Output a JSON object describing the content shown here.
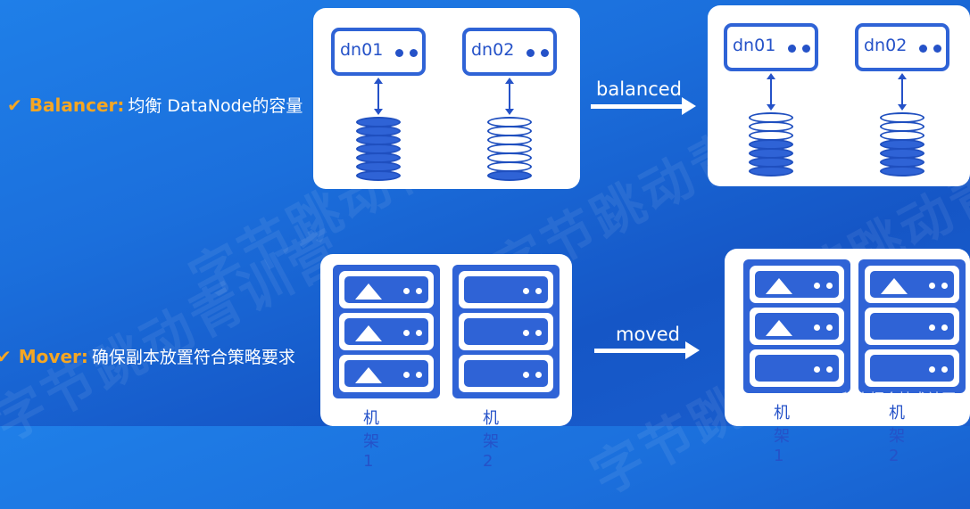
{
  "watermark": "字节跳动青训营",
  "rows": {
    "balancer": {
      "check": "✔",
      "key": "Balancer:",
      "desc": "均衡 DataNode的容量"
    },
    "mover": {
      "check": "✔",
      "key": "Mover:",
      "desc": "确保副本放置符合策略要求"
    }
  },
  "balance_diagram": {
    "arrow_label": "balanced",
    "before": [
      {
        "name": "dn01",
        "filled_disks": 7,
        "total_disks": 7
      },
      {
        "name": "dn02",
        "filled_disks": 1,
        "total_disks": 7
      }
    ],
    "after": [
      {
        "name": "dn01",
        "filled_disks": 4,
        "total_disks": 7
      },
      {
        "name": "dn02",
        "filled_disks": 4,
        "total_disks": 7
      }
    ]
  },
  "mover_diagram": {
    "arrow_label": "moved",
    "before": [
      {
        "label": "机架1",
        "slots": [
          "triangle",
          "triangle",
          "triangle"
        ]
      },
      {
        "label": "机架2",
        "slots": [
          "empty",
          "empty",
          "empty"
        ]
      }
    ],
    "after": [
      {
        "label": "机架1",
        "slots": [
          "triangle",
          "triangle",
          "empty"
        ]
      },
      {
        "label": "机架2",
        "slots": [
          "triangle",
          "empty",
          "empty"
        ]
      }
    ]
  },
  "footer": "@稀土掘金技术社区",
  "colors": {
    "accent": "#f5a623",
    "node_blue": "#2f63d6",
    "disk_blue": "#2552c8"
  }
}
